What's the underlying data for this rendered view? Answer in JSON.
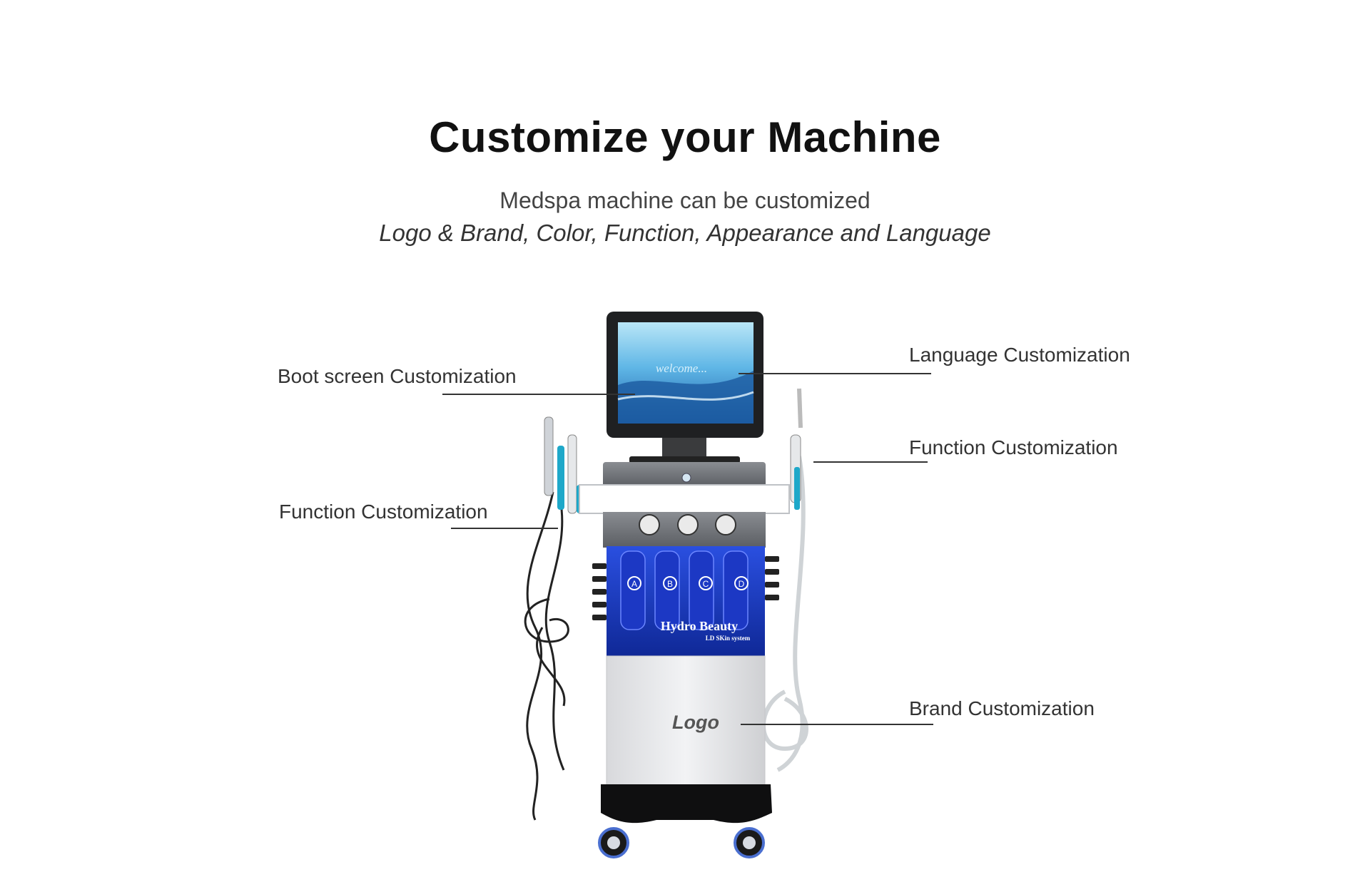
{
  "header": {
    "title": "Customize your Machine",
    "subtitle": "Medspa machine can be customized",
    "subtitle_emphasis": "Logo & Brand, Color, Function, Appearance and Language"
  },
  "callouts": {
    "boot_screen": "Boot screen Customization",
    "language": "Language Customization",
    "function_left": "Function Customization",
    "function_right": "Function Customization",
    "brand": "Brand Customization"
  },
  "machine": {
    "screen_text": "welcome...",
    "brand_text": "Hydro Beauty",
    "brand_subtext": "LD SKin system",
    "logo_text": "Logo",
    "bottles": [
      "A",
      "B",
      "C",
      "D"
    ]
  },
  "colors": {
    "panel_blue": "#1a3fc8",
    "screen_blue": "#5fb6e6",
    "body_gray": "#e9eaec",
    "accent_teal": "#1ea8c9"
  }
}
